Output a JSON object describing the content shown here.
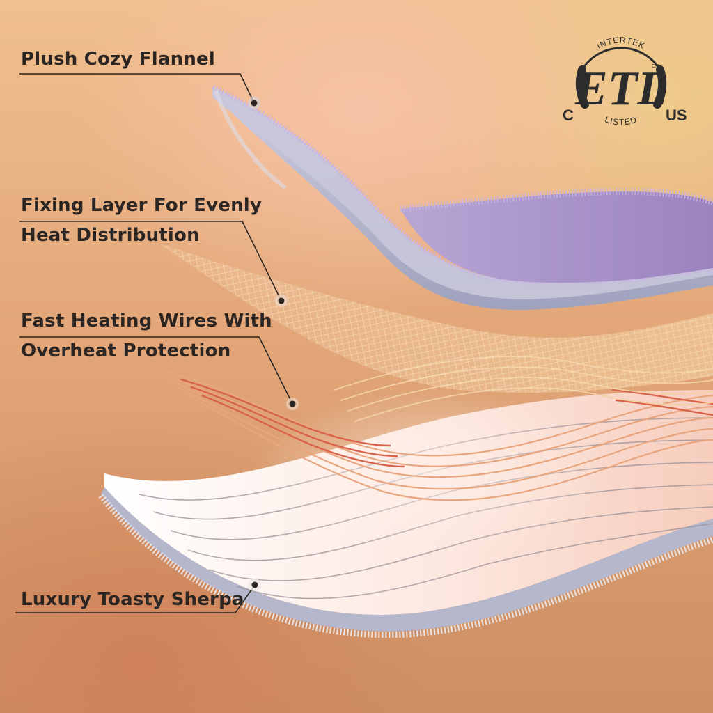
{
  "labels": {
    "flannel": "Plush Cozy Flannel",
    "fixing_line1": "Fixing Layer For Evenly",
    "fixing_line2": "Heat Distribution",
    "wires_line1": "Fast Heating Wires With",
    "wires_line2": "Overheat Protection",
    "sherpa": "Luxury Toasty Sherpa"
  },
  "certification": {
    "top": "INTERTEK",
    "mark": "ETL",
    "cm": "CM",
    "left": "C",
    "right": "US",
    "bottom": "LISTED"
  },
  "colors": {
    "label_text": "#2b2623",
    "flannel": "#a990c6",
    "wires": "#e07858",
    "mesh": "#f6d8a6",
    "sherpa": "#fbf1ea",
    "logo": "#2c2c2c"
  }
}
